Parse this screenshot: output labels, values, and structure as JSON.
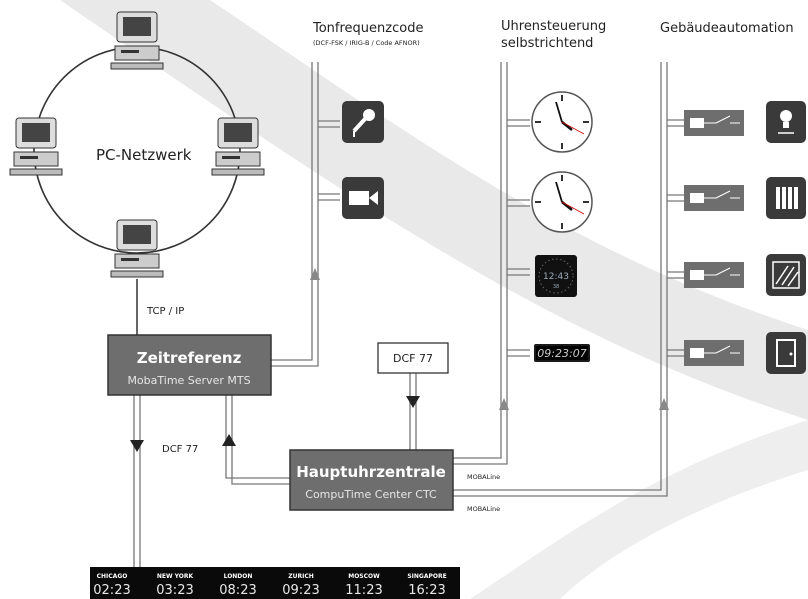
{
  "network": {
    "label": "PC-Netzwerk",
    "tcp_label": "TCP / IP"
  },
  "columns": {
    "tone": {
      "title": "Tonfrequenzcode",
      "subtitle": "(DCF-FSK / IRIG-B / Code AFNOR)"
    },
    "clock": {
      "title_line1": "Uhrensteuerung",
      "title_line2": "selbstrichtend"
    },
    "building": {
      "title": "Gebäudeautomation"
    }
  },
  "boxes": {
    "zeitreferenz": {
      "title": "Zeitreferenz",
      "subtitle": "MobaTime Server MTS"
    },
    "hauptuhr": {
      "title": "Hauptuhrzentrale",
      "subtitle": "CompuTime Center CTC"
    },
    "dcf_box": {
      "label": "DCF 77"
    }
  },
  "labels": {
    "dcf_side": "DCF 77",
    "mobaline_upper": "MOBALine",
    "mobaline_lower": "MOBALine"
  },
  "digital_clock": {
    "time": "09:23:07"
  },
  "display_clock": {
    "time": "12:43",
    "seconds": "38"
  },
  "world_clock": {
    "cities": [
      {
        "city": "CHICAGO",
        "time": "02:23"
      },
      {
        "city": "NEW YORK",
        "time": "03:23"
      },
      {
        "city": "LONDON",
        "time": "08:23"
      },
      {
        "city": "ZURICH",
        "time": "09:23"
      },
      {
        "city": "MOSCOW",
        "time": "11:23"
      },
      {
        "city": "SINGAPORE",
        "time": "16:23"
      }
    ]
  },
  "icons": {
    "tone": [
      "microphone-icon",
      "camera-icon"
    ],
    "clock": [
      "analog-clock-icon",
      "analog-clock-icon",
      "led-clock-icon",
      "digital-clock-icon"
    ],
    "building": [
      "lamp-icon",
      "radiator-icon",
      "blinds-icon",
      "door-icon"
    ]
  }
}
